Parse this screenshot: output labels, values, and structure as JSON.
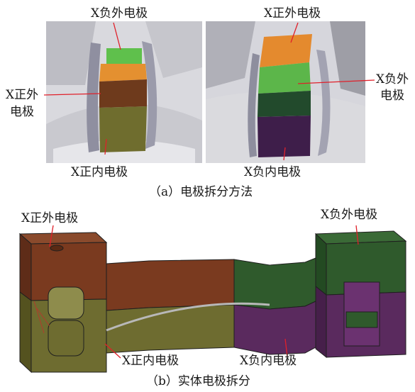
{
  "figure_a": {
    "left_panel": {
      "label_top": "X负外电极",
      "label_left_line1": "X正外",
      "label_left_line2": "电极",
      "label_bottom": "X正内电极"
    },
    "right_panel": {
      "label_top": "X正外电极",
      "label_right_line1": "X负外",
      "label_right_line2": "电极",
      "label_bottom": "X负内电极"
    },
    "caption": "（a）电极拆分方法"
  },
  "figure_b": {
    "label_top_left": "X正外电极",
    "label_top_right": "X负外电极",
    "label_bottom_left": "X正内电极",
    "label_bottom_right": "X负内电极",
    "caption": "（b）实体电极拆分"
  },
  "colors": {
    "x_pos_outer": "#7a3a1f",
    "x_pos_inner": "#6e6c30",
    "x_neg_outer": "#2f5a2c",
    "x_neg_inner": "#5a2a5e",
    "orange": "#e08a2c",
    "green": "#5ab84a",
    "leader": "#e0202a"
  }
}
